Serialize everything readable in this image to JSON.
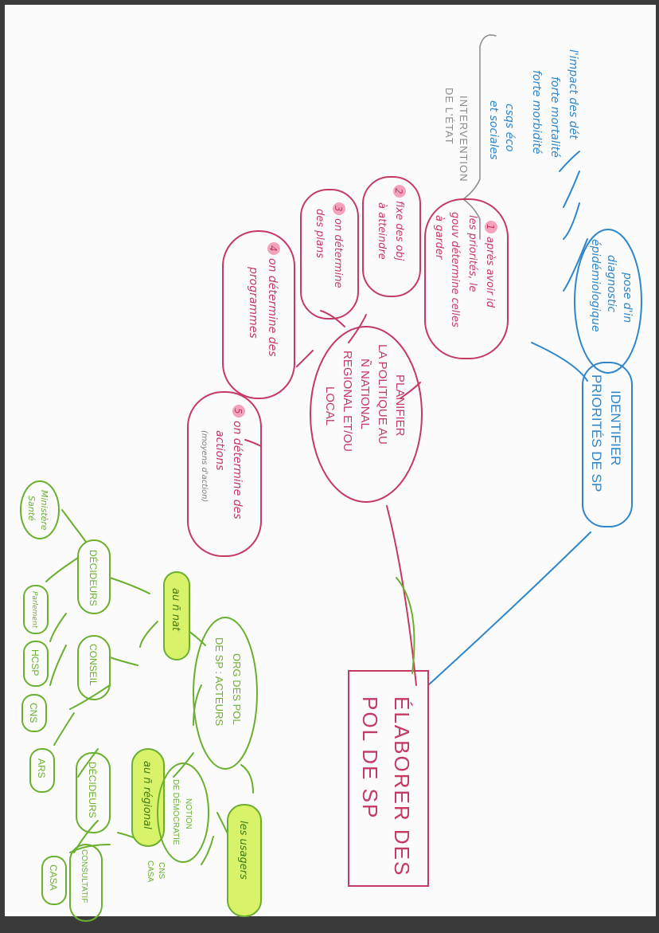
{
  "colors": {
    "paper": "#fbfbfb",
    "blue": "#2f86c9",
    "red": "#c43a63",
    "green": "#6ab02e",
    "highlight": "#d8f36a",
    "grey": "#8a8a8a",
    "pencil": "#7d7d7d"
  },
  "center": {
    "lines": [
      "ÉLABORER DES",
      "POL DE SP"
    ]
  },
  "blue_branch": {
    "identify": [
      "IDENTIFIER",
      "PRIORITÉS DE SP"
    ],
    "diagnostic": [
      "pose d'in",
      "diagnostic",
      "épidémiologique"
    ],
    "leaves": [
      "l'impact des dét",
      "forte mortalité",
      "forte morbidité",
      "csqs éco",
      "et sociales"
    ],
    "note": [
      "INTERVENTION",
      "DE L'ÉTAT"
    ]
  },
  "red_branch": {
    "plan": [
      "PLANIFIER",
      "LA POLITIQUE AU",
      "Ñ NATIONAL",
      "REGIONAL ET/OU",
      "LOCAL"
    ],
    "steps": [
      {
        "num": "1",
        "lines": [
          "après avoir id",
          "les priorités, le",
          "gouv détermine celles",
          "à garder"
        ]
      },
      {
        "num": "2",
        "lines": [
          "fixe des obj",
          "à atteindre"
        ]
      },
      {
        "num": "3",
        "lines": [
          "on détermine",
          "des plans"
        ]
      },
      {
        "num": "4",
        "lines": [
          "on détermine des",
          "programmes"
        ]
      },
      {
        "num": "5",
        "lines": [
          "on détermine des",
          "actions"
        ],
        "note": "(moyens d'action)"
      }
    ]
  },
  "green_branch": {
    "org": [
      "ORG DES POL",
      "DE SP : ACTEURS"
    ],
    "national": "au ñ nat",
    "regional": "au ñ régional",
    "users": "les usagers",
    "nat_deciders": "DÉCIDEURS",
    "nat_advice": "CONSEIL",
    "reg_deciders": "DÉCIDEURS",
    "reg_advice": "CONSULTATIF",
    "democracy": [
      "NOTION",
      "DE DÉMOCRATIE"
    ],
    "leaves": {
      "ministry": [
        "Ministère",
        "Santé"
      ],
      "parliament": "Parlement",
      "hcsp": "HCSP",
      "cns": "CNS",
      "ars": "ARS",
      "casa": "CASA",
      "cns_casa": [
        "CNS",
        "CASA"
      ]
    }
  }
}
